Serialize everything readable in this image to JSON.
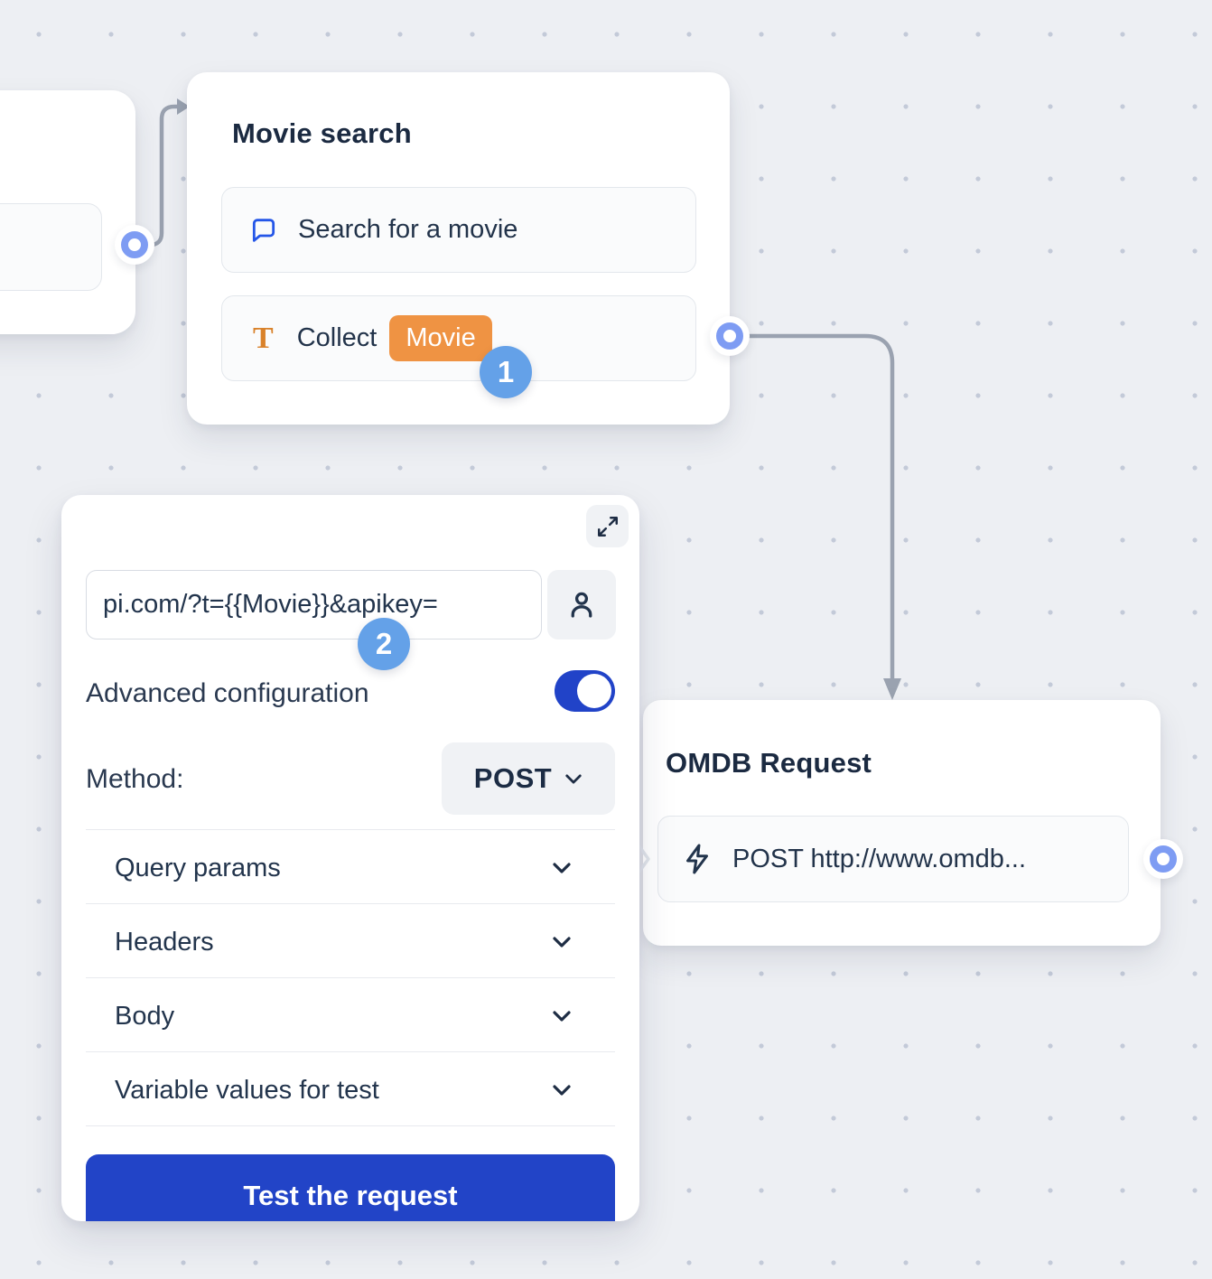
{
  "canvas": {
    "background_color": "#edeff3",
    "dot_color": "#c3cad8"
  },
  "colors": {
    "accent_blue": "#2244c7",
    "toggle_blue": "#2143c8",
    "step_badge_blue": "#64a1e8",
    "port_blue": "#7e9cf3",
    "connector_gray": "#9aa2b0",
    "badge_orange": "#ef9343",
    "icon_blue": "#2456e8",
    "icon_orange": "#d9822b",
    "text_dark": "#1b2a41"
  },
  "movie_search_node": {
    "title": "Movie search",
    "rows": [
      {
        "icon": "chat-bubble-icon",
        "label": "Search for a movie"
      },
      {
        "icon": "text-icon",
        "label": "Collect",
        "badge": "Movie"
      }
    ]
  },
  "omdb_node": {
    "title": "OMDB Request",
    "row": {
      "icon": "lightning-icon",
      "label": "POST http://www.omdb..."
    }
  },
  "request_panel": {
    "url_value": "pi.com/?t={{Movie}}&apikey=",
    "advanced_label": "Advanced configuration",
    "advanced_toggle_on": true,
    "method_label": "Method:",
    "method_value": "POST",
    "sections": [
      {
        "label": "Query params"
      },
      {
        "label": "Headers"
      },
      {
        "label": "Body"
      },
      {
        "label": "Variable values for test"
      }
    ],
    "test_button_label": "Test the request"
  },
  "step_badges": {
    "step1": "1",
    "step2": "2"
  }
}
